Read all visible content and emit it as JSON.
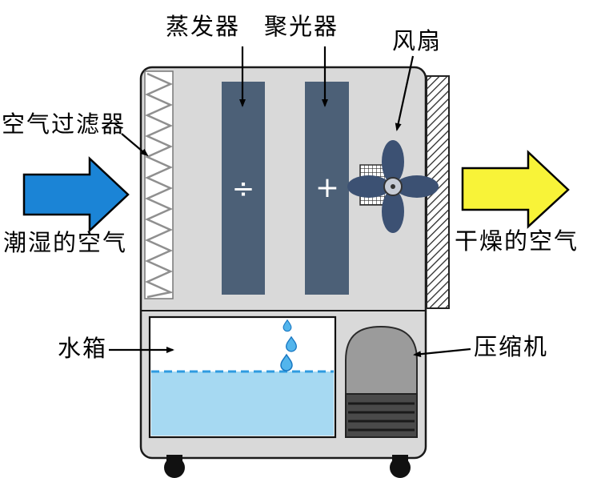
{
  "labels": {
    "evaporator": "蒸发器",
    "condenser": "聚光器",
    "fan": "风扇",
    "air_filter": "空气过滤器",
    "humid_air": "潮湿的空气",
    "dry_air": "干燥的空气",
    "water_tank": "水箱",
    "compressor": "压缩机"
  },
  "symbols": {
    "evaporator_sign": "÷",
    "condenser_sign": "+"
  },
  "colors": {
    "body_fill": "#d9d9d9",
    "coil_fill": "#4c6077",
    "humid_arrow": "#1b84d6",
    "dry_arrow": "#f8f338",
    "water_fill": "#a6d9f2",
    "water_line": "#2e9be0",
    "fan_blade": "#3c5173",
    "compressor_dome": "#9b9b9b",
    "compressor_base": "#4a4a4a"
  }
}
